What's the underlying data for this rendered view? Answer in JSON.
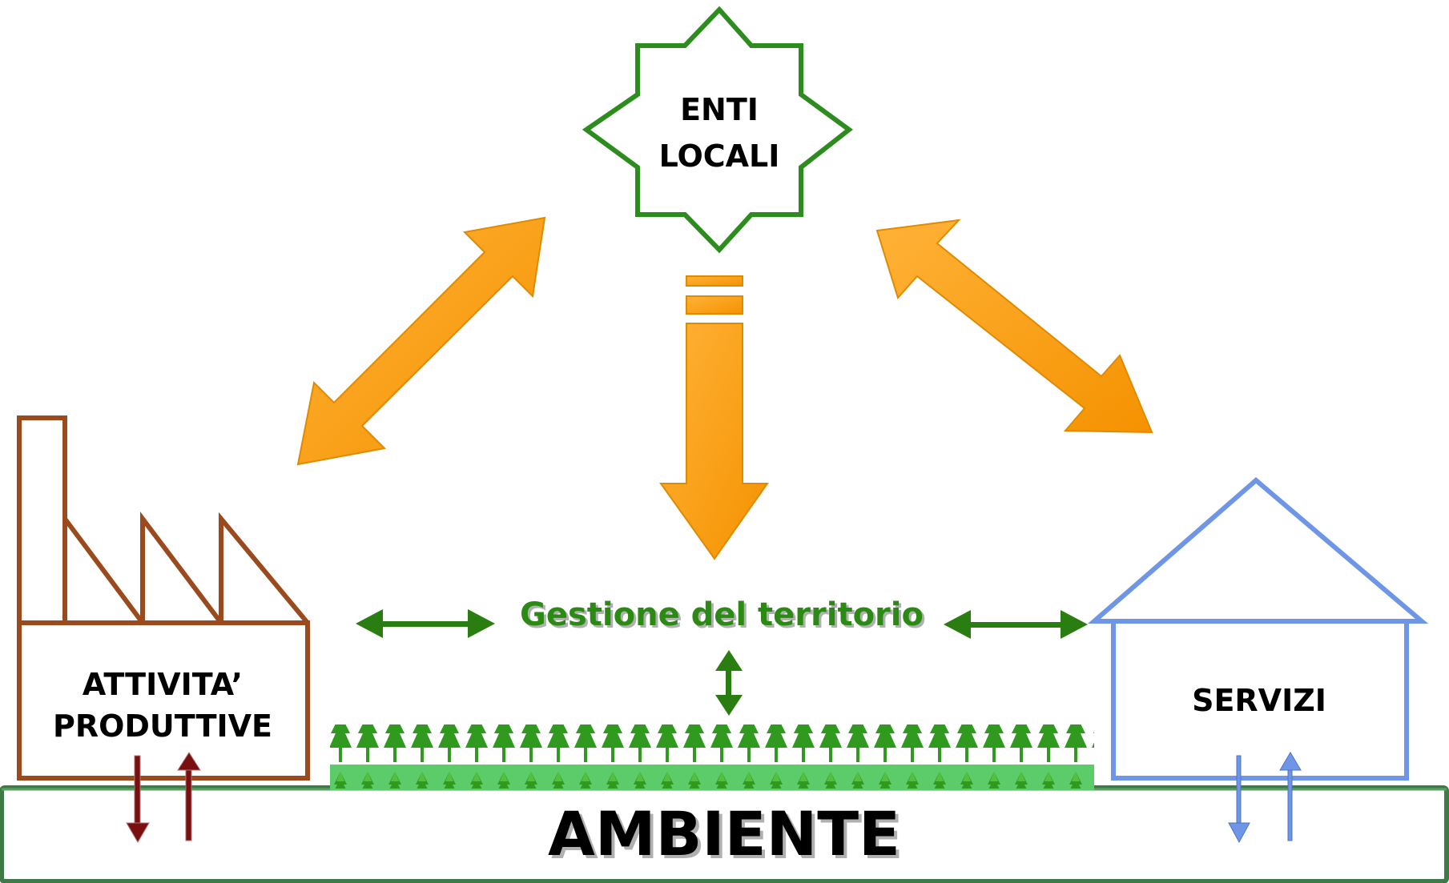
{
  "nodes": {
    "enti_locali": {
      "line1": "ENTI",
      "line2": "LOCALI"
    },
    "attivita": {
      "line1": "ATTIVITA’",
      "line2": "PRODUTTIVE"
    },
    "servizi": {
      "label": "SERVIZI"
    },
    "gestione": {
      "label": "Gestione del territorio"
    },
    "ambiente": {
      "label": "AMBIENTE"
    }
  },
  "colors": {
    "orange_arrow": "#ff9e10",
    "star_outline": "#2d8c1e",
    "factory_outline": "#9a4a1c",
    "house_outline": "#6f95e6",
    "green_arrow": "#2a7d10",
    "ground_band": "#3d7a45",
    "forest": "#3aa32a",
    "dark_red_arrow": "#7a0f0f",
    "blue_arrow": "#6f95e6"
  },
  "icons": {
    "star": "star-octagram-icon",
    "factory": "factory-icon",
    "house": "house-icon",
    "forest": "forest-icon"
  }
}
